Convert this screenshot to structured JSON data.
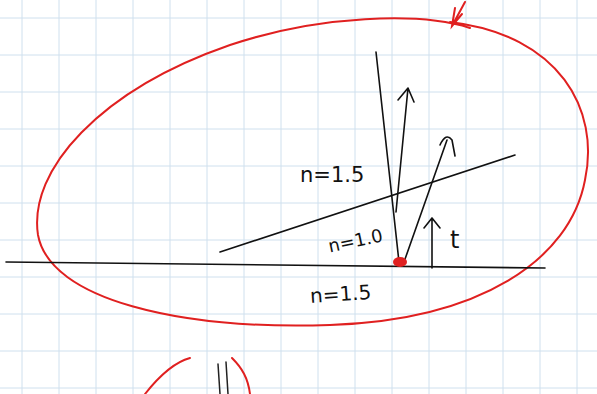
{
  "diagram": {
    "labels": [
      "n=1.5",
      "n=1.0",
      "t",
      "n=1.5"
    ]
  }
}
